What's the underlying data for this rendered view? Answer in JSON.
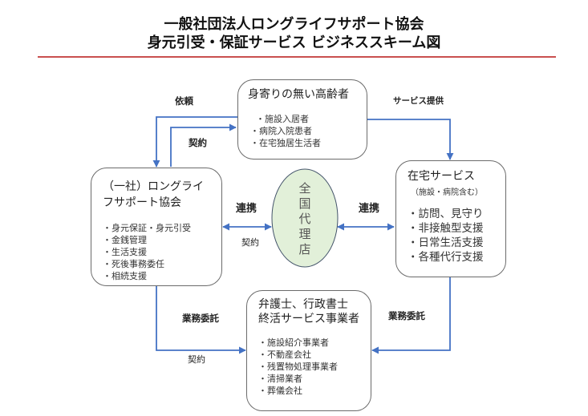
{
  "header": {
    "title_line1": "一般社団法人ロングライフサポート協会",
    "title_line2": "身元引受・保証サービス ビジネススキーム図"
  },
  "colors": {
    "rule": "#c9504f",
    "connector": "#4472c4",
    "ellipse_fill": "#e2f0d9",
    "ellipse_stroke": "#44546a",
    "box_border": "#6b6b6b"
  },
  "nodes": {
    "elderly": {
      "title": "身寄りの無い高齢者",
      "items": [
        "・施設入居者",
        "・病院入院患者",
        "・在宅独居生活者"
      ]
    },
    "association": {
      "title": "（一社）ロングライフサポート協会",
      "items": [
        "・身元保証・身元引受",
        "・金銭管理",
        "・生活支援",
        "・死後事務委任",
        "・相続支援"
      ]
    },
    "home_service": {
      "title": "在宅サービス",
      "subtitle": "（施設・病院含む）",
      "items": [
        "・訪問、見守り",
        "・非接触型支援",
        "・日常生活支援",
        "・各種代行支援"
      ]
    },
    "agency": {
      "label": "全国代理店"
    },
    "professionals": {
      "title_line1": "弁護士、行政書士",
      "title_line2": "終活サービス事業者",
      "items": [
        "・施設紹介事業者",
        "・不動産会社",
        "・残置物処理事業者",
        "・清掃業者",
        "・葬儀会社"
      ]
    }
  },
  "edge_labels": {
    "request": "依頼",
    "contract_top": "契約",
    "service_provision": "サービス提供",
    "partnership_left": "連携",
    "contract_mid": "契約",
    "partnership_right": "連携",
    "outsourcing_left": "業務委託",
    "contract_bottom": "契約",
    "outsourcing_right": "業務委託"
  }
}
